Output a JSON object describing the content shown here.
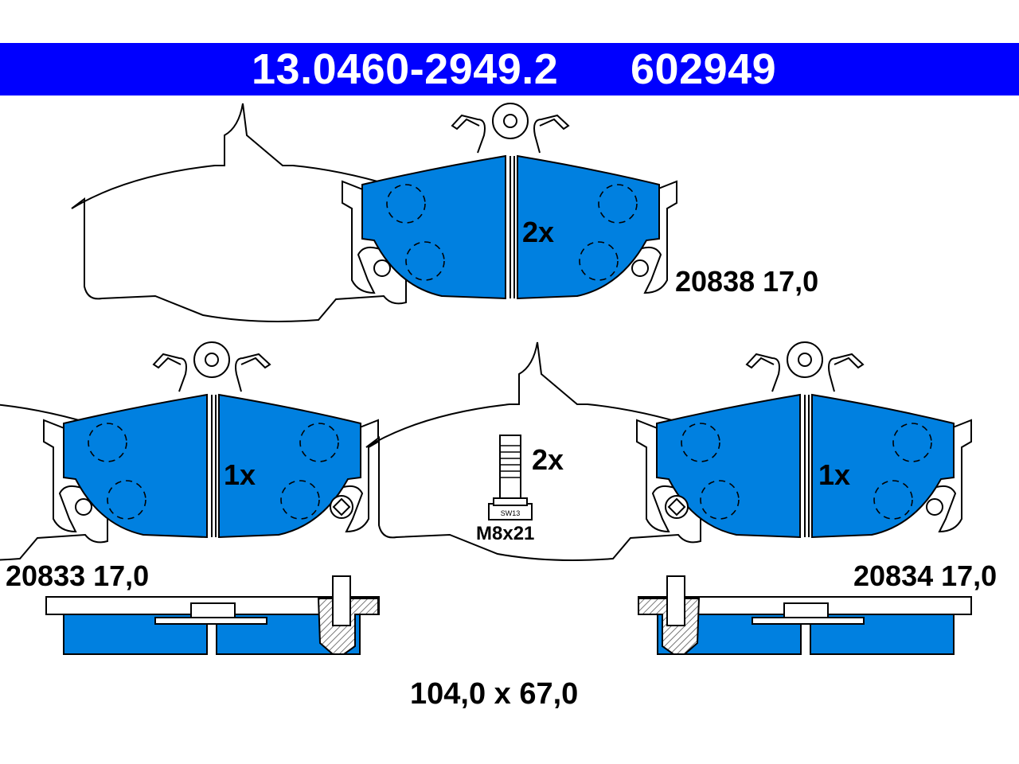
{
  "header": {
    "part_number": "13.0460-2949.2",
    "short_number": "602949",
    "background_color": "#0000ff",
    "text_color": "#ffffff"
  },
  "pads": [
    {
      "id": "top",
      "label": "20838 17,0",
      "quantity": "2x"
    },
    {
      "id": "left",
      "label": "20833 17,0",
      "quantity": "1x"
    },
    {
      "id": "right",
      "label": "20834 17,0",
      "quantity": "1x"
    }
  ],
  "bolt": {
    "quantity": "2x",
    "size": "M8x21",
    "marking": "SW13"
  },
  "dimensions": "104,0 x 67,0",
  "colors": {
    "friction_material": "#0080e0",
    "backing_plate": "#ffffff",
    "outline": "#000000"
  }
}
